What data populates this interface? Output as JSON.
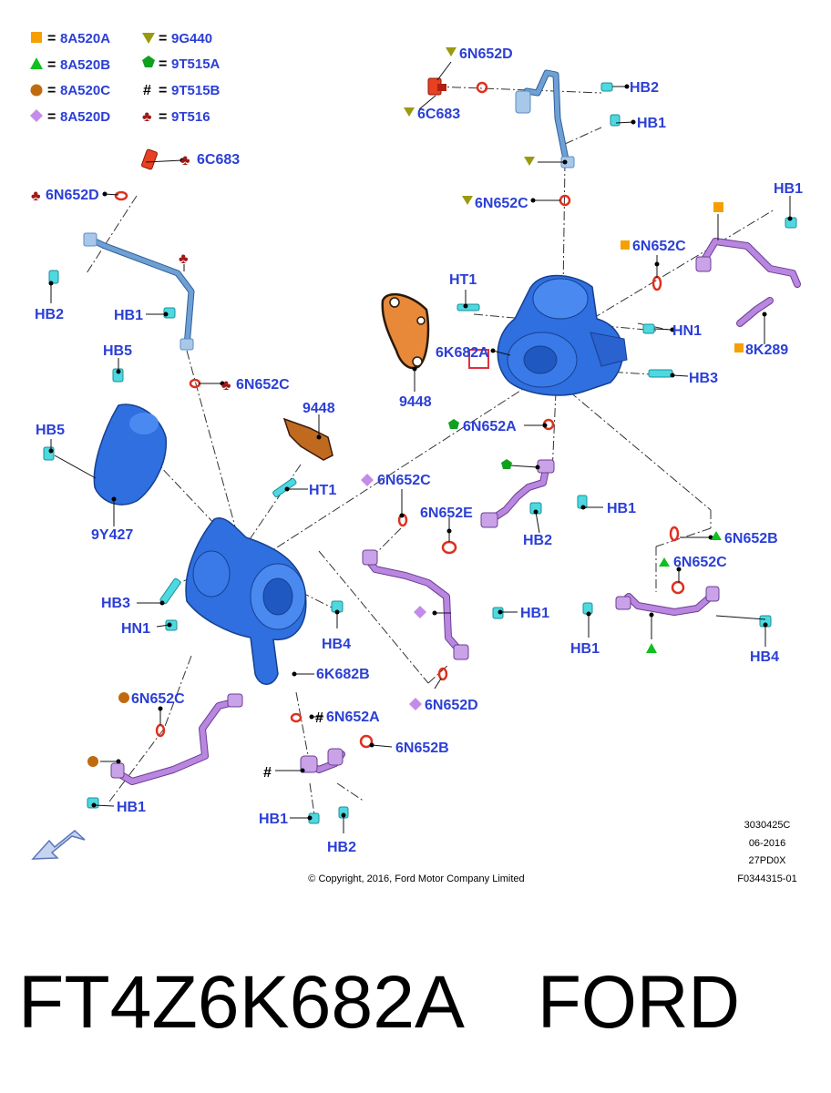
{
  "legend": [
    {
      "symbol": "square",
      "color": "#f5a000",
      "code": "8A520A"
    },
    {
      "symbol": "triangle-down",
      "color": "#9a9a10",
      "code": "9G440"
    },
    {
      "symbol": "triangle-up",
      "color": "#10c020",
      "code": "8A520B"
    },
    {
      "symbol": "pentagon",
      "color": "#10a020",
      "code": "9T515A"
    },
    {
      "symbol": "circle",
      "color": "#c06a10",
      "code": "8A520C"
    },
    {
      "symbol": "hash",
      "color": "#000000",
      "code": "9T515B"
    },
    {
      "symbol": "diamond",
      "color": "#c58be8",
      "code": "8A520D"
    },
    {
      "symbol": "club",
      "color": "#a01818",
      "code": "9T516"
    }
  ],
  "legend_equals": "=",
  "symbols": {
    "hash": "#",
    "club": "♣"
  },
  "callouts": {
    "c6N652D_top": "6N652D",
    "c6C683_top": "6C683",
    "HB2_top": "HB2",
    "HB1_top": "HB1",
    "c6N652C_top": "6N652C",
    "HB1_right": "HB1",
    "c6N652C_right": "6N652C",
    "c8K289": "8K289",
    "HT1_top": "HT1",
    "c6K682A": "6K682A",
    "HN1_right": "HN1",
    "HB3_right": "HB3",
    "c9448_right": "9448",
    "c6N652A_top": "6N652A",
    "HB1_mid": "HB1",
    "c6N652E": "6N652E",
    "HB2_mid": "HB2",
    "c6N652B_right": "6N652B",
    "c6N652C_right2": "6N652C",
    "HB1_right2": "HB1",
    "HB4_right": "HB4",
    "c6C683_left": "6C683",
    "c6N652D_left": "6N652D",
    "HB2_left": "HB2",
    "HB1_left": "HB1",
    "c6N652C_left": "6N652C",
    "HB5_a": "HB5",
    "HB5_b": "HB5",
    "c9Y427": "9Y427",
    "c9448_left": "9448",
    "HT1_left": "HT1",
    "c6N652C_mid": "6N652C",
    "HB3_left": "HB3",
    "HN1_left": "HN1",
    "HB4_mid": "HB4",
    "HB1_mid2": "HB1",
    "c6K682B": "6K682B",
    "c6N652D_mid": "6N652D",
    "c6N652C_bottom": "6N652C",
    "HB1_bottom": "HB1",
    "c6N652A_bottom": "6N652A",
    "c6N652B_bottom": "6N652B",
    "HB1_bottom2": "HB1",
    "HB2_bottom": "HB2"
  },
  "meta": {
    "line1": "3030425C",
    "line2": "06-2016",
    "line3": "27PD0X",
    "line4": "F0344315-01"
  },
  "copyright": "© Copyright, 2016, Ford Motor Company Limited",
  "caption": {
    "part_number": "FT4Z6K682A",
    "brand": "FORD"
  },
  "colors": {
    "label": "#2b3fd6",
    "turbo_blue": "#2f6fe0",
    "pipe_purple": "#b987e0",
    "oring_red": "#e0301e",
    "bolt_cyan": "#4ed8e0",
    "gasket_orange": "#e8893a",
    "highlight_red": "#e03040"
  }
}
